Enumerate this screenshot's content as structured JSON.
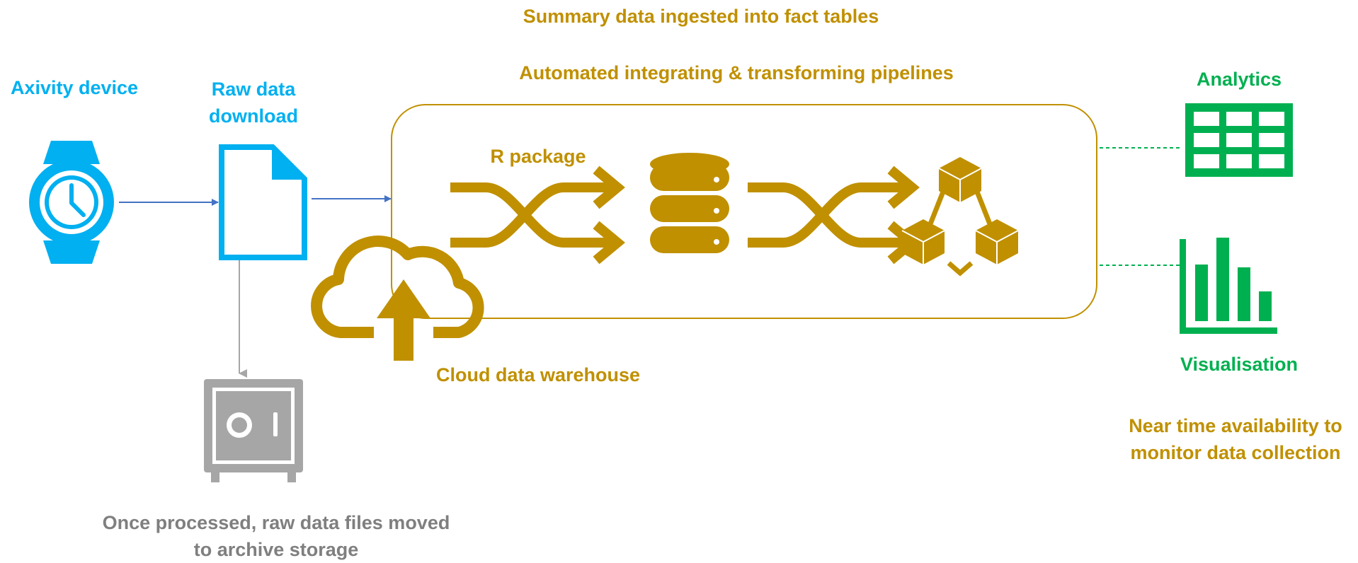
{
  "labels": {
    "summary": "Summary data ingested into fact tables",
    "pipelines": "Automated integrating & transforming pipelines",
    "device": "Axivity device",
    "raw_download_line1": "Raw data",
    "raw_download_line2": "download",
    "r_package": "R package",
    "cloud_warehouse": "Cloud data warehouse",
    "analytics": "Analytics",
    "visualisation": "Visualisation",
    "near_time_line1": "Near time availability to",
    "near_time_line2": "monitor data collection",
    "archive_line1": "Once processed, raw data files moved",
    "archive_line2": "to archive storage"
  },
  "colors": {
    "gold": "#C09000",
    "blue": "#00B0F0",
    "green": "#00B050",
    "grey": "#A6A6A6",
    "arrow_blue": "#4472C4"
  },
  "icons": [
    "watch-icon",
    "document-icon",
    "safe-icon",
    "cloud-upload-icon",
    "shuffle-icon",
    "database-icon",
    "cubes-network-icon",
    "table-icon",
    "bar-chart-icon"
  ]
}
